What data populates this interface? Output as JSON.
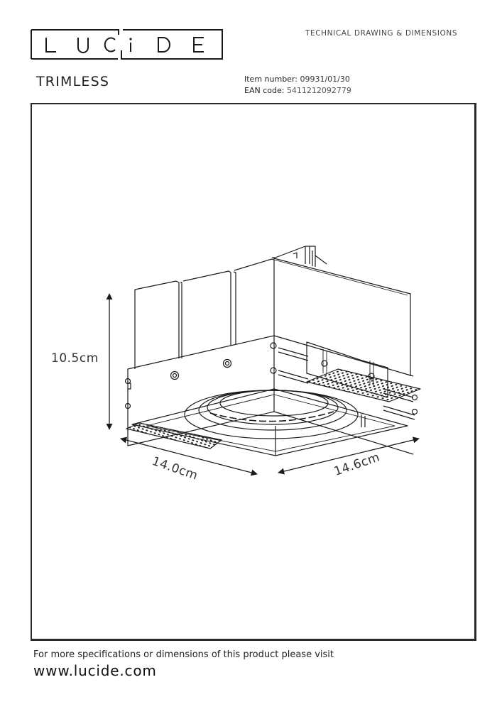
{
  "brand": {
    "logo_text": "LUCiDE",
    "logo_letters": [
      "L",
      "U",
      "C",
      "i",
      "D",
      "E"
    ]
  },
  "header": {
    "title": "TECHNICAL DRAWING & DIMENSIONS"
  },
  "product": {
    "name": "TRIMLESS",
    "item_number_label": "Item number:",
    "item_number": "09931/01/30",
    "ean_label": "EAN code:",
    "ean": "5411212092779"
  },
  "drawing": {
    "subject": "square trimless recessed downlight",
    "dimensions": {
      "height": "10.5cm",
      "width": "14.0cm",
      "depth": "14.6cm"
    }
  },
  "footer": {
    "note": "For more specifications or dimensions of this product please visit",
    "url": "www.lucide.com"
  },
  "colors": {
    "line": "#1a1a1a",
    "text": "#222222",
    "background": "#ffffff"
  }
}
